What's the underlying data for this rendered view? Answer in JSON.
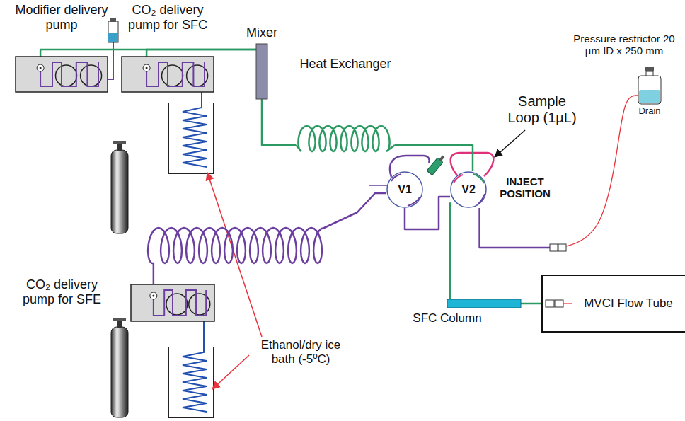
{
  "diagram": {
    "nodes": [
      {
        "text": [
          "Modifier delivery pump"
        ]
      },
      {
        "text": [
          "CO₂ delivery pump for SFC"
        ]
      },
      {
        "text": [
          "Mixer"
        ]
      },
      {
        "text": [
          "Heat Exchanger"
        ]
      },
      {
        "text": [
          "V1"
        ]
      },
      {
        "text": [
          "V2"
        ]
      },
      {
        "text": [
          "SFC Column"
        ]
      },
      {
        "text": [
          "MVCI Flow Tube"
        ]
      },
      {
        "text": [
          "CO₂ delivery pump for SFE"
        ]
      },
      {
        "text": [
          "Drain"
        ]
      }
    ],
    "edges": [
      {
        "from": 0,
        "to": 2,
        "arrow": "none"
      },
      {
        "from": 1,
        "to": 2,
        "arrow": "none"
      },
      {
        "from": 2,
        "to": 3,
        "arrow": "none"
      },
      {
        "from": 3,
        "to": 5,
        "arrow": "none"
      },
      {
        "from": 8,
        "to": 4,
        "arrow": "none"
      },
      {
        "from": 4,
        "to": 5,
        "arrow": "none"
      },
      {
        "from": 5,
        "to": 6,
        "arrow": "none"
      },
      {
        "from": 6,
        "to": 7,
        "arrow": "none"
      },
      {
        "from": 5,
        "to": 9,
        "arrow": "none"
      }
    ],
    "labels": [
      "Sample Loop (1µL)",
      "INJECT POSITION",
      "Pressure restrictor 20 µm ID x 250 mm",
      "Ethanol/dry ice bath (-5ºC)"
    ]
  }
}
